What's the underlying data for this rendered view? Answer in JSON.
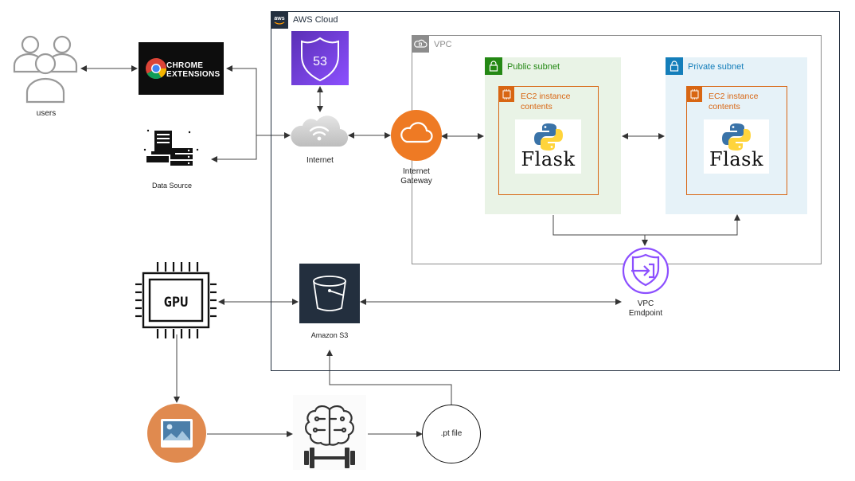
{
  "users": {
    "label": "users"
  },
  "chrome": {
    "line1": "CHROME",
    "line2": "EXTENSIONS"
  },
  "data_source": {
    "label": "Data Source"
  },
  "aws": {
    "title": "AWS Cloud",
    "logo": "aws"
  },
  "route53": {
    "text": "53"
  },
  "internet": {
    "label": "Internet"
  },
  "igw": {
    "label_line1": "Internet",
    "label_line2": "Gateway"
  },
  "vpc": {
    "title": "VPC"
  },
  "public_subnet": {
    "title": "Public subnet"
  },
  "private_subnet": {
    "title": "Private subnet"
  },
  "ec2_public": {
    "line1": "EC2 instance",
    "line2": "contents",
    "app": "Flask"
  },
  "ec2_private": {
    "line1": "EC2 instance",
    "line2": "contents",
    "app": "Flask"
  },
  "s3": {
    "label": "Amazon S3"
  },
  "vpc_endpoint": {
    "label_line1": "VPC",
    "label_line2": "Emdpoint"
  },
  "gpu": {
    "text": "GPU"
  },
  "pt_file": {
    "label": ".pt file"
  },
  "colors": {
    "public_green": "#248814",
    "private_blue": "#147eba",
    "ec2_orange": "#d86613",
    "route53_purple": "#7b3fe4",
    "igw_orange": "#ee7a24",
    "s3_dark": "#232f3e",
    "endpoint_purple": "#8c4fff"
  }
}
